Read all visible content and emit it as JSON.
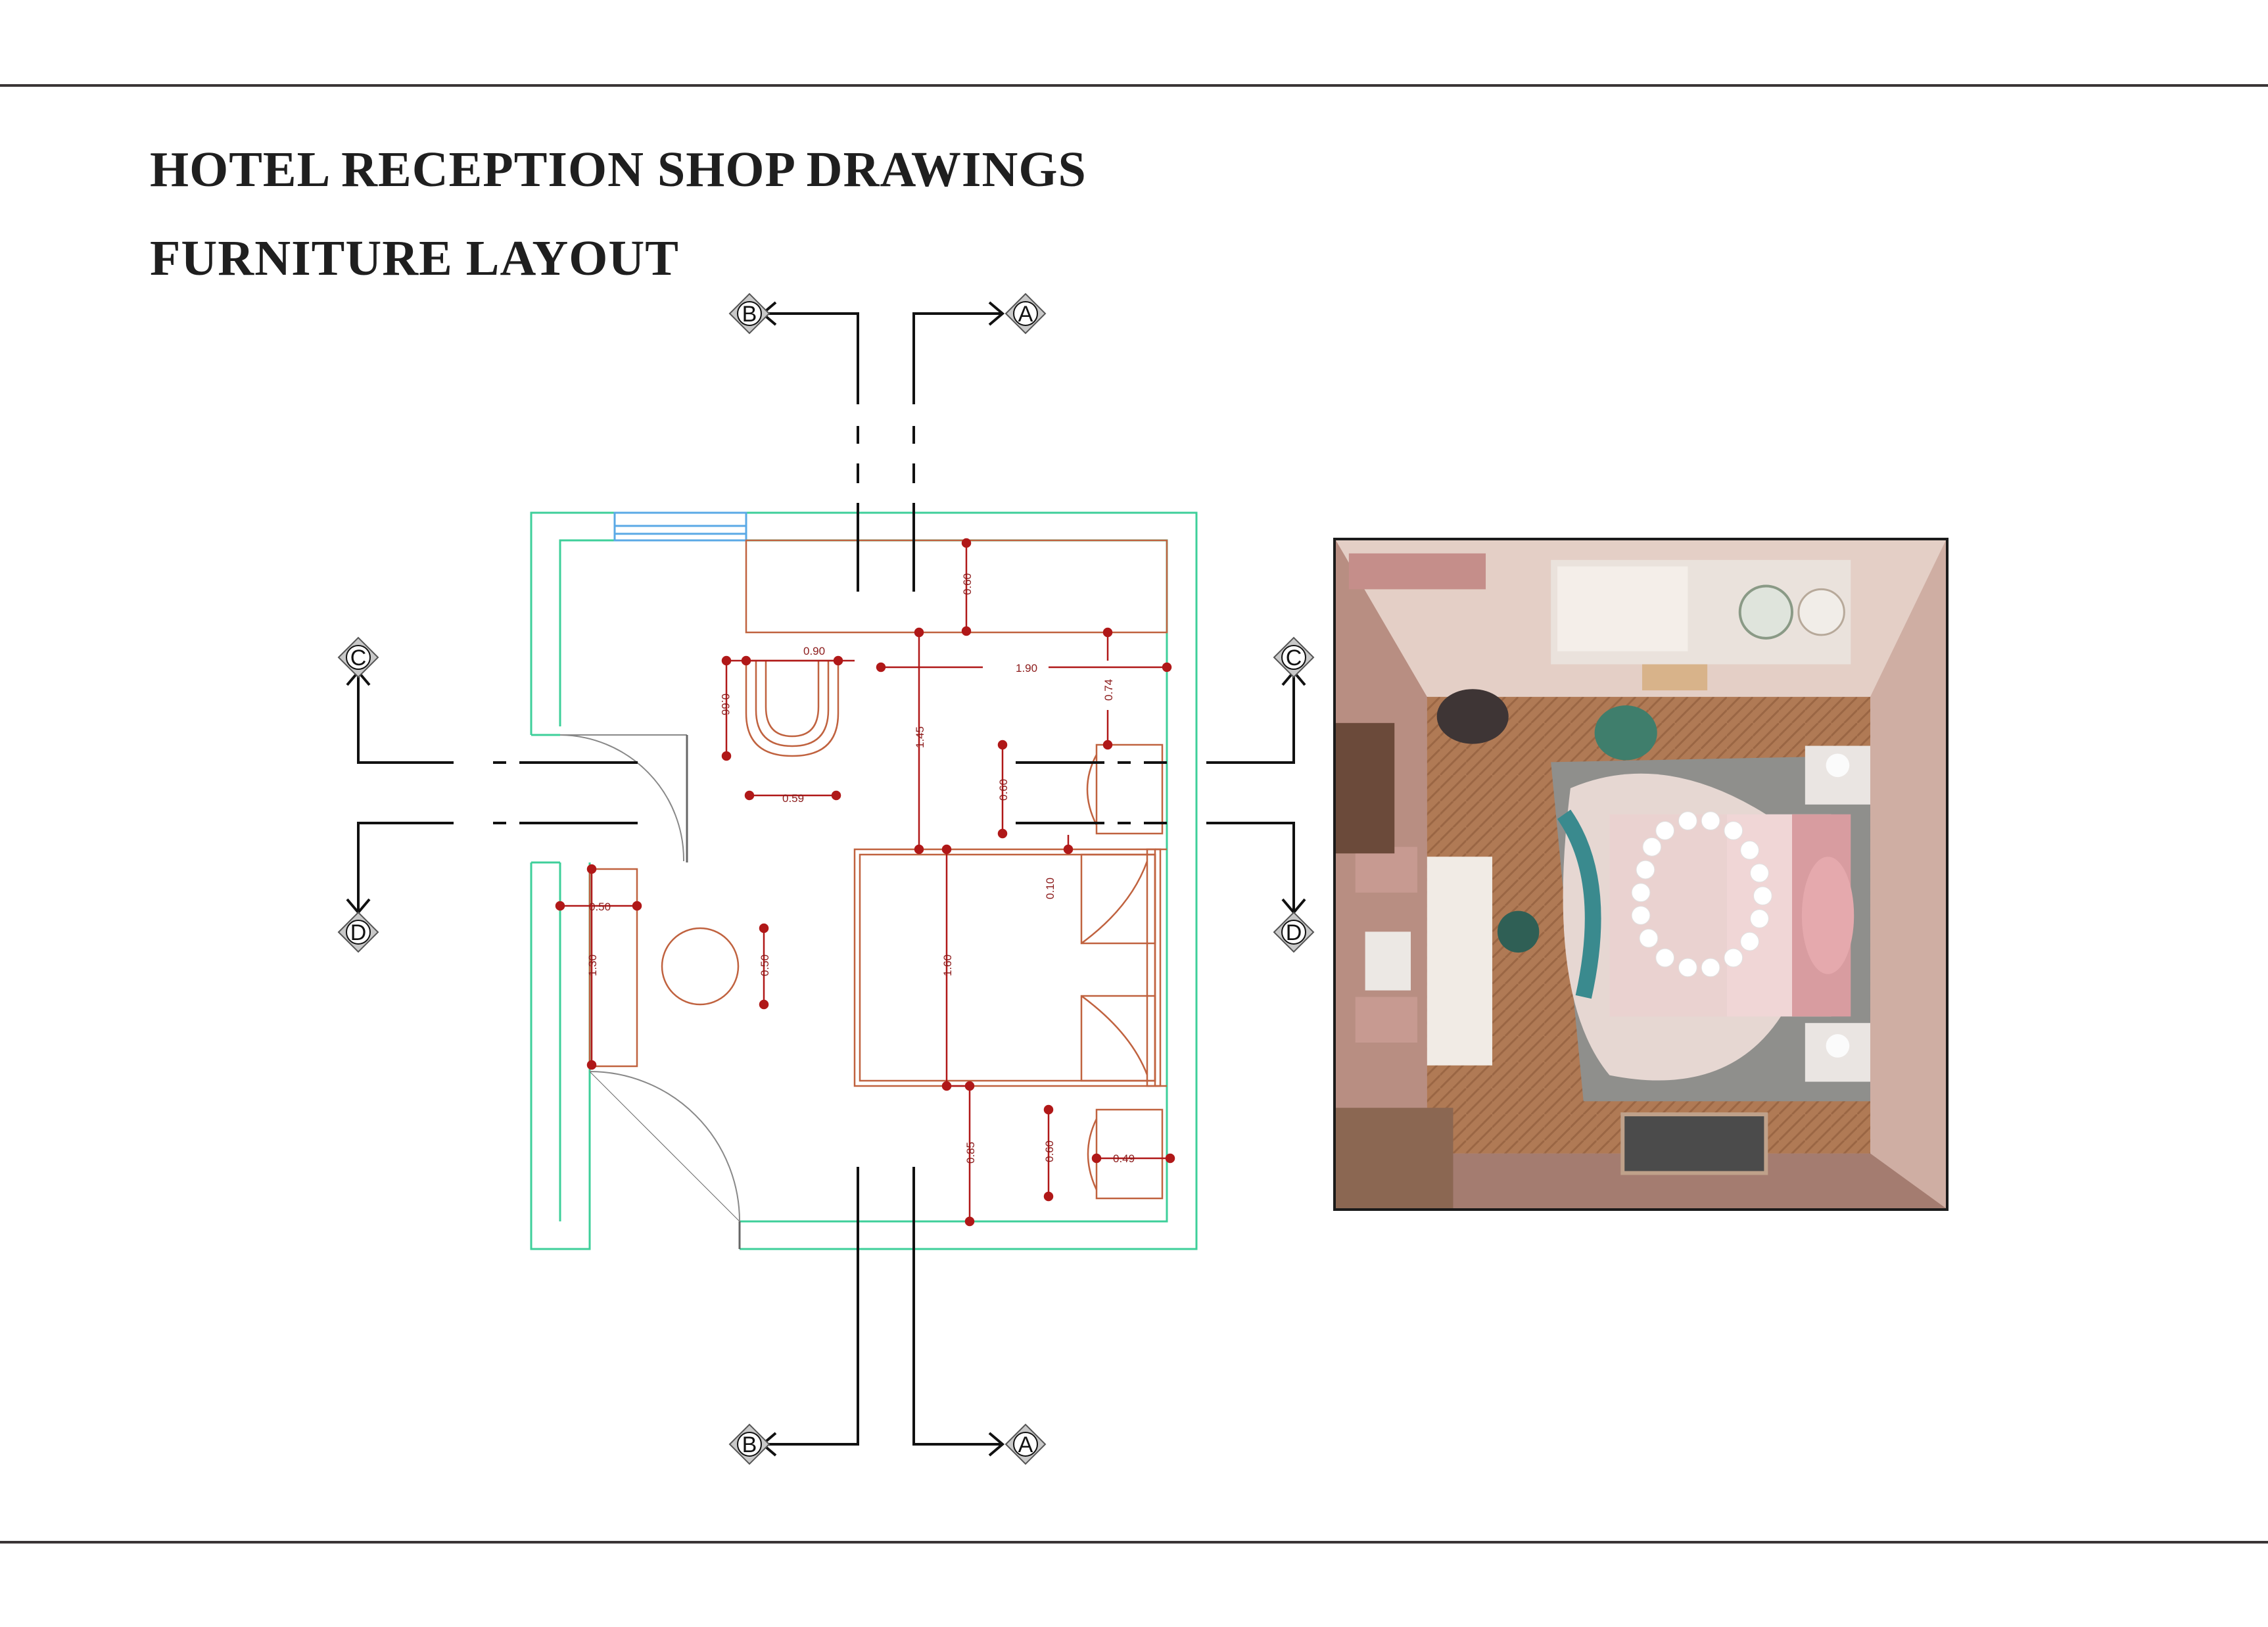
{
  "title_line1": "HOTEL RECEPTION SHOP DRAWINGS",
  "title_line2": "FURNITURE LAYOUT",
  "section_markers": {
    "a": "A",
    "b": "B",
    "c": "C",
    "d": "D"
  },
  "dimensions": {
    "wardrobe_depth": "0.60",
    "chair_width": "0.90",
    "chair_depth": "0.66",
    "chair_seat": "0.59",
    "bed_offset_x": "1.90",
    "nightstand_gap": "0.74",
    "bed_offset_y": "1.45",
    "nightstand_top": "0.60",
    "bed_gap": "0.10",
    "bed_length": "1.60",
    "desk_width": "0.50",
    "desk_length": "1.30",
    "stool_diameter": "0.50",
    "bottom_gap": "0.85",
    "nightstand_bottom": "0.60",
    "nightstand_width": "0.49"
  },
  "colors": {
    "wall": "#3ecf9a",
    "furniture": "#c0623f",
    "dimension": "#b01818",
    "section_line": "#111111"
  },
  "render_icons": [
    "top-view-bedroom-render"
  ]
}
